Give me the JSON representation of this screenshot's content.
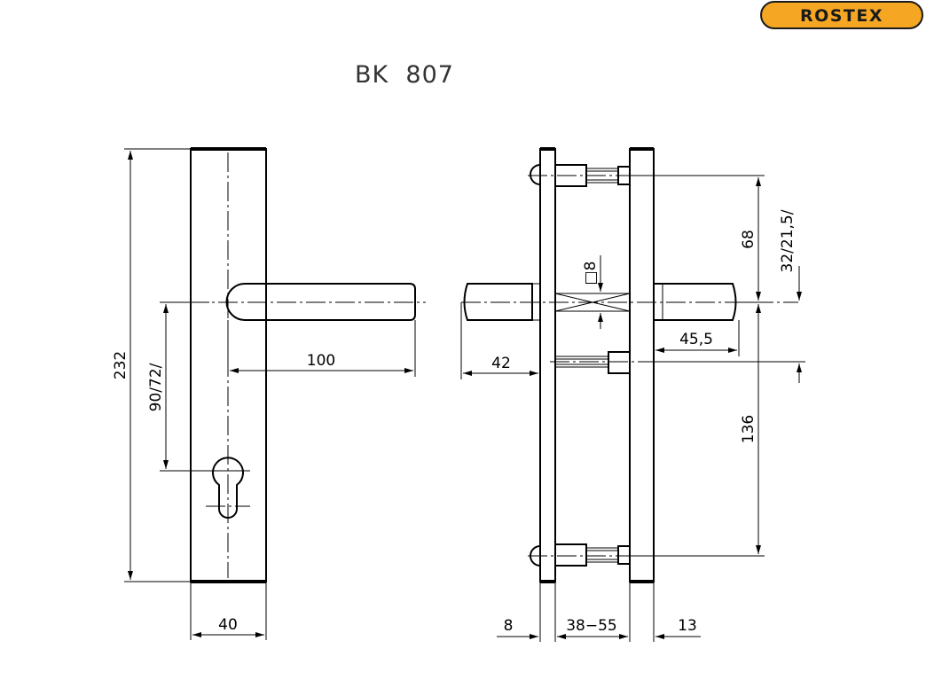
{
  "logo": {
    "text": "ROSTEX",
    "bg": "#f5a623",
    "fg": "#1a1a1a"
  },
  "title": "BK  807",
  "dimensions": {
    "front_height": "232",
    "spindle_to_cylinder": "90/72/",
    "lever_length": "100",
    "plate_width": "40",
    "screw_spacing_top": "68",
    "screw_offset": "32/21,5/",
    "spindle_square": "□8",
    "lever_projection": "42",
    "lever_end": "45,5",
    "screw_spacing_bottom": "136",
    "plate_thickness_outer": "8",
    "door_thickness": "38−55",
    "plate_thickness_inner": "13"
  }
}
